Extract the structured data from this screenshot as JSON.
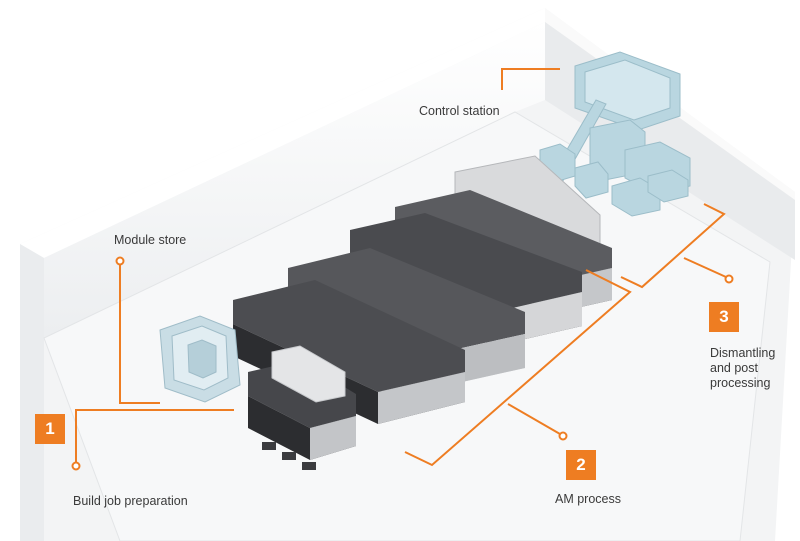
{
  "labels": {
    "control_station": "Control station",
    "module_store": "Module store",
    "build_job_preparation": "Build job preparation",
    "am_process": "AM process",
    "dismantling_line1": "Dismantling",
    "dismantling_line2": "and post",
    "dismantling_line3": "processing"
  },
  "badges": {
    "step1": "1",
    "step2": "2",
    "step3": "3"
  },
  "colors": {
    "accent": "#ee7d22",
    "machine_dark": "#3c3d40",
    "machine_grey": "#d9dadc",
    "equipment_blue": "#b9d6e0",
    "wall": "#f3f4f5"
  }
}
